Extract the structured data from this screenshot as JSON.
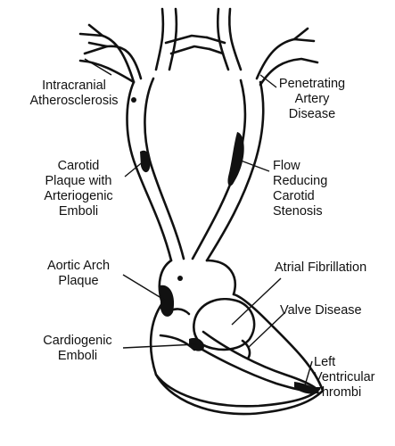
{
  "labels": {
    "intracranial": [
      "Intracranial",
      "Atherosclerosis"
    ],
    "penetrating": [
      "Penetrating",
      "Artery",
      "Disease"
    ],
    "carotid_plaque": [
      "Carotid",
      "Plaque with",
      "Arteriogenic",
      "Emboli"
    ],
    "flow_reducing": [
      "Flow",
      "Reducing",
      "Carotid",
      "Stenosis"
    ],
    "aortic_arch": [
      "Aortic Arch",
      "Plaque"
    ],
    "atrial_fib": [
      "Atrial Fibrillation"
    ],
    "valve": [
      "Valve Disease"
    ],
    "cardiogenic": [
      "Cardiogenic",
      "Emboli"
    ],
    "left_ventricular": [
      "Left",
      "Ventricular",
      "Thrombi"
    ]
  },
  "colors": {
    "ink": "#111111",
    "background": "#ffffff"
  }
}
